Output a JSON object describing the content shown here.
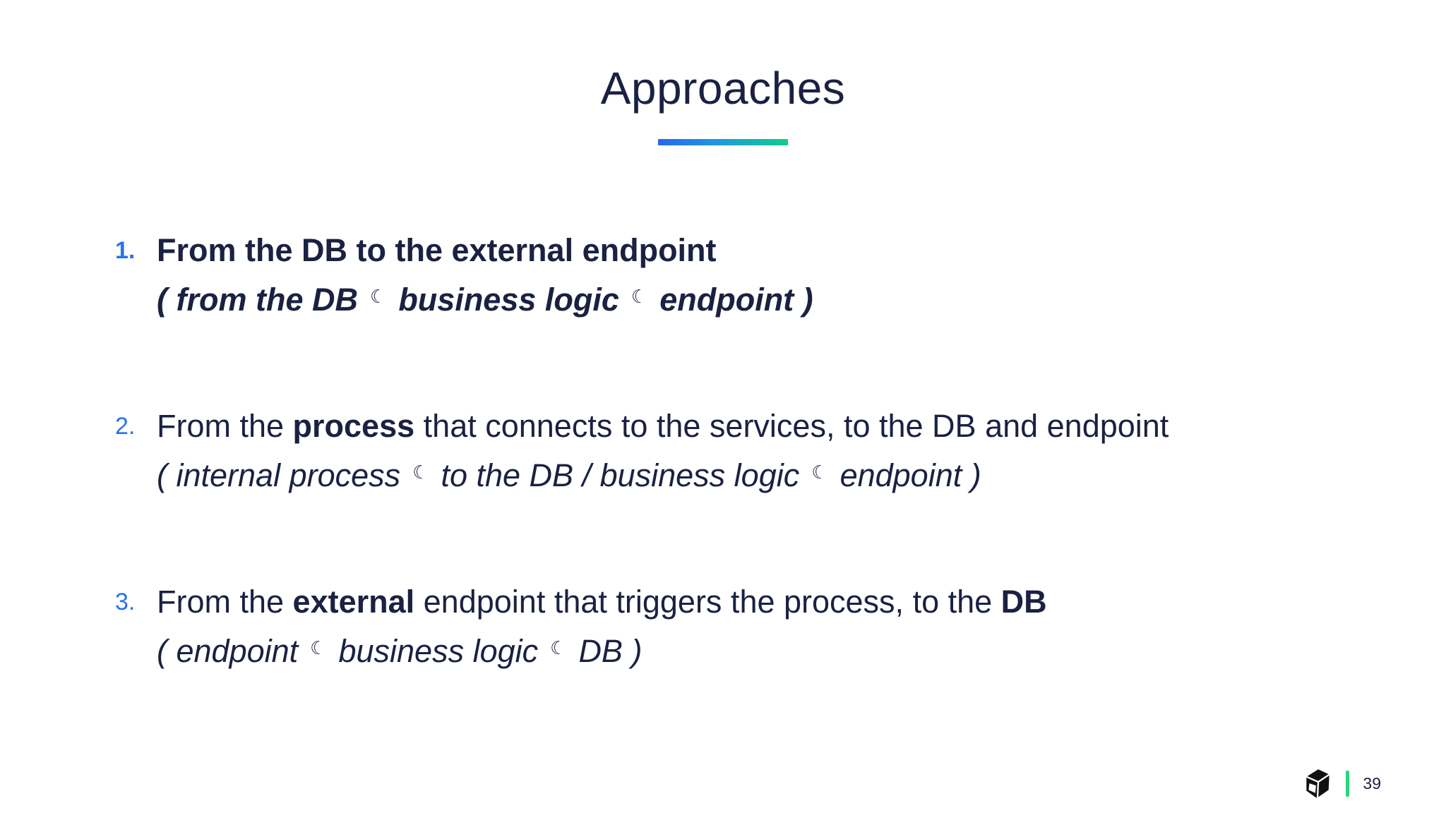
{
  "slide": {
    "title": "Approaches",
    "separator_icon": "☾",
    "items": [
      {
        "number": "1.",
        "main": [
          {
            "text": "From the DB to the external endpoint",
            "bold": true
          }
        ],
        "sub": {
          "part1": "( from the DB",
          "part2": "business logic",
          "part3": "endpoint )"
        },
        "sub_bold": true
      },
      {
        "number": "2.",
        "main": [
          {
            "text": "From the ",
            "bold": false
          },
          {
            "text": "process",
            "bold": true
          },
          {
            "text": " that connects to the services, to the DB and endpoint",
            "bold": false
          }
        ],
        "sub": {
          "part1": "( internal process",
          "part2": "to the DB / business logic",
          "part3": "endpoint )"
        },
        "sub_bold": false
      },
      {
        "number": "3.",
        "main": [
          {
            "text": "From the ",
            "bold": false
          },
          {
            "text": "external",
            "bold": true
          },
          {
            "text": " endpoint that triggers the process, to the ",
            "bold": false
          },
          {
            "text": "DB",
            "bold": true
          }
        ],
        "sub": {
          "part1": "( endpoint",
          "part2": "business logic",
          "part3": "DB )"
        },
        "sub_bold": false
      }
    ],
    "footer": {
      "page_number": "39",
      "logo": "cube-logo"
    },
    "colors": {
      "text": "#1a2142",
      "number_accent": "#2b72ee",
      "underline_gradient_start": "#2667f0",
      "underline_gradient_end": "#12cd8c",
      "footer_divider": "#2bd57e",
      "background": "#ffffff"
    }
  }
}
